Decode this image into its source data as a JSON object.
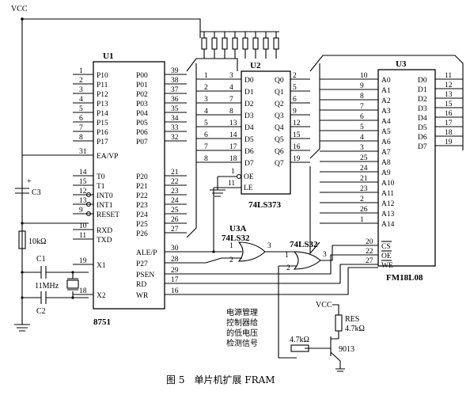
{
  "caption": "图 5　单片机扩展 FRAM",
  "power": {
    "vcc": "VCC",
    "vcc2": "VCC"
  },
  "u1": {
    "ref": "U1",
    "part": "8751",
    "left_pins": [
      {
        "n": "1",
        "name": "P10"
      },
      {
        "n": "2",
        "name": "P11"
      },
      {
        "n": "3",
        "name": "P12"
      },
      {
        "n": "4",
        "name": "P13"
      },
      {
        "n": "5",
        "name": "P14"
      },
      {
        "n": "6",
        "name": "P15"
      },
      {
        "n": "7",
        "name": "P16"
      },
      {
        "n": "8",
        "name": "P17"
      },
      {
        "n": "31",
        "name": "EA/VP"
      },
      {
        "n": "14",
        "name": "T0"
      },
      {
        "n": "15",
        "name": "T1"
      },
      {
        "n": "12",
        "name": "INT0"
      },
      {
        "n": "13",
        "name": "INT1"
      },
      {
        "n": "9",
        "name": "RESET"
      },
      {
        "n": "10",
        "name": "RXD"
      },
      {
        "n": "11",
        "name": "TXD"
      },
      {
        "n": "19",
        "name": "X1"
      },
      {
        "n": "18",
        "name": "X2"
      }
    ],
    "right_pins": [
      {
        "n": "39",
        "name": "P00"
      },
      {
        "n": "38",
        "name": "P01"
      },
      {
        "n": "37",
        "name": "P02"
      },
      {
        "n": "36",
        "name": "P03"
      },
      {
        "n": "35",
        "name": "P04"
      },
      {
        "n": "34",
        "name": "P05"
      },
      {
        "n": "33",
        "name": "P06"
      },
      {
        "n": "32",
        "name": "P07"
      },
      {
        "n": "21",
        "name": "P20"
      },
      {
        "n": "22",
        "name": "P21"
      },
      {
        "n": "23",
        "name": "P22"
      },
      {
        "n": "24",
        "name": "P23"
      },
      {
        "n": "25",
        "name": "P24"
      },
      {
        "n": "26",
        "name": "P25"
      },
      {
        "n": "27",
        "name": "P26"
      },
      {
        "n": "30",
        "name": "ALE/P"
      },
      {
        "n": "28",
        "name": "P27"
      },
      {
        "n": "29",
        "name": "PSEN"
      },
      {
        "n": "17",
        "name": "RD"
      },
      {
        "n": "16",
        "name": "WR"
      }
    ]
  },
  "u2": {
    "ref": "U2",
    "part": "74LS373",
    "inputs": [
      {
        "n": "3",
        "name": "D0"
      },
      {
        "n": "4",
        "name": "D1"
      },
      {
        "n": "7",
        "name": "D2"
      },
      {
        "n": "8",
        "name": "D3"
      },
      {
        "n": "13",
        "name": "D4"
      },
      {
        "n": "14",
        "name": "D5"
      },
      {
        "n": "17",
        "name": "D6"
      },
      {
        "n": "18",
        "name": "D7"
      }
    ],
    "outputs": [
      {
        "n": "2",
        "name": "Q0"
      },
      {
        "n": "5",
        "name": "Q1"
      },
      {
        "n": "6",
        "name": "Q2"
      },
      {
        "n": "9",
        "name": "Q3"
      },
      {
        "n": "12",
        "name": "Q4"
      },
      {
        "n": "15",
        "name": "Q5"
      },
      {
        "n": "16",
        "name": "Q6"
      },
      {
        "n": "19",
        "name": "Q7"
      }
    ],
    "in_bus_nums": [
      "1",
      "2",
      "3",
      "4",
      "5",
      "6",
      "7",
      "8"
    ],
    "oe": {
      "n": "1",
      "name": "OE"
    },
    "le": {
      "n": "11",
      "name": "LE"
    }
  },
  "u3": {
    "ref": "U3",
    "part": "FM18L08",
    "addr": [
      {
        "n": "10",
        "name": "A0"
      },
      {
        "n": "9",
        "name": "A1"
      },
      {
        "n": "8",
        "name": "A2"
      },
      {
        "n": "7",
        "name": "A3"
      },
      {
        "n": "6",
        "name": "A4"
      },
      {
        "n": "5",
        "name": "A5"
      },
      {
        "n": "4",
        "name": "A6"
      },
      {
        "n": "3",
        "name": "A7"
      },
      {
        "n": "25",
        "name": "A8"
      },
      {
        "n": "24",
        "name": "A9"
      },
      {
        "n": "21",
        "name": "A10"
      },
      {
        "n": "23",
        "name": "A11"
      },
      {
        "n": "2",
        "name": "A12"
      },
      {
        "n": "26",
        "name": "A13"
      },
      {
        "n": "1",
        "name": "A14"
      }
    ],
    "ctrl": [
      {
        "n": "20",
        "name": "CS"
      },
      {
        "n": "22",
        "name": "OE"
      },
      {
        "n": "27",
        "name": "WE"
      }
    ],
    "data": [
      {
        "n": "11",
        "name": "D0"
      },
      {
        "n": "12",
        "name": "D1"
      },
      {
        "n": "13",
        "name": "D2"
      },
      {
        "n": "15",
        "name": "D3"
      },
      {
        "n": "16",
        "name": "D4"
      },
      {
        "n": "17",
        "name": "D5"
      },
      {
        "n": "18",
        "name": "D6"
      },
      {
        "n": "19",
        "name": "D7"
      }
    ]
  },
  "gates": {
    "u3a_ref": "U3A",
    "u3a_part": "74LS32",
    "g2_part": "74LS32",
    "g1_in1": "1",
    "g1_in2": "2",
    "g1_out": "3",
    "g2_in1": "1",
    "g2_in2": "2",
    "g2_out": "3"
  },
  "components": {
    "c3": "C3",
    "c3_plus": "+",
    "r1": "10kΩ",
    "c1": "C1",
    "c2": "C2",
    "xtal": "11MHz",
    "res_ref": "RES",
    "res_val": "4.7kΩ",
    "rb": "4.7kΩ",
    "transistor": "9013"
  },
  "note_lines": [
    "电源管理",
    "控制器给",
    "的低电压",
    "检测信号"
  ]
}
